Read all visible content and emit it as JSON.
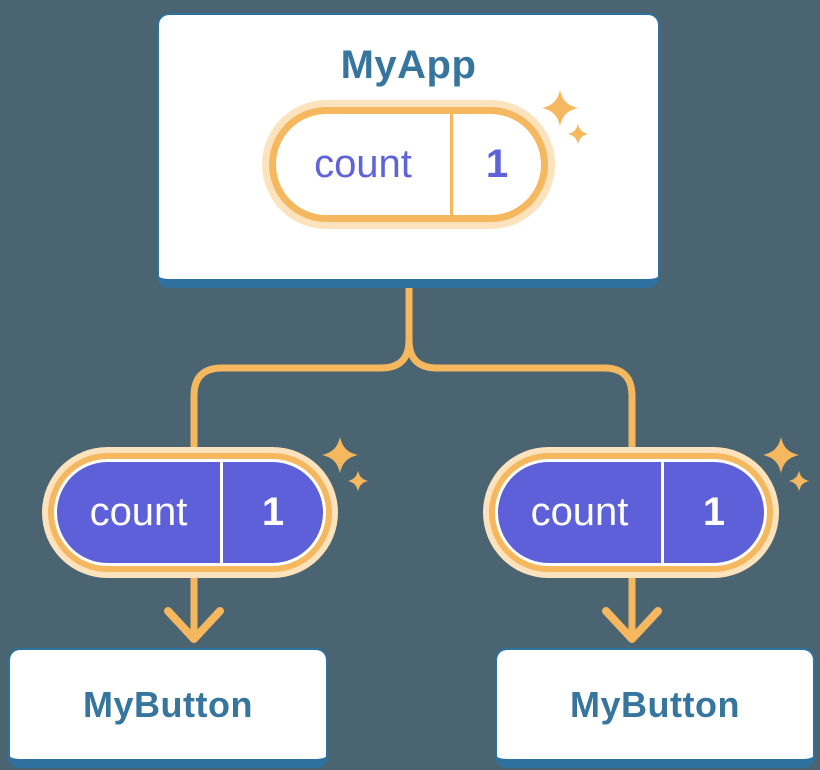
{
  "diagram": {
    "root": {
      "title": "MyApp",
      "pill": {
        "label": "count",
        "value": "1"
      }
    },
    "children": [
      {
        "title": "MyButton",
        "pill": {
          "label": "count",
          "value": "1"
        }
      },
      {
        "title": "MyButton",
        "pill": {
          "label": "count",
          "value": "1"
        }
      }
    ]
  },
  "colors": {
    "background": "#4b6471",
    "card_bg": "#ffffff",
    "blue": "#2e719e",
    "text_blue": "#35759e",
    "orange": "#f6b85f",
    "orange_light": "#fce3bd",
    "purple": "#5d60d8",
    "purple_text": "#5f63da"
  }
}
